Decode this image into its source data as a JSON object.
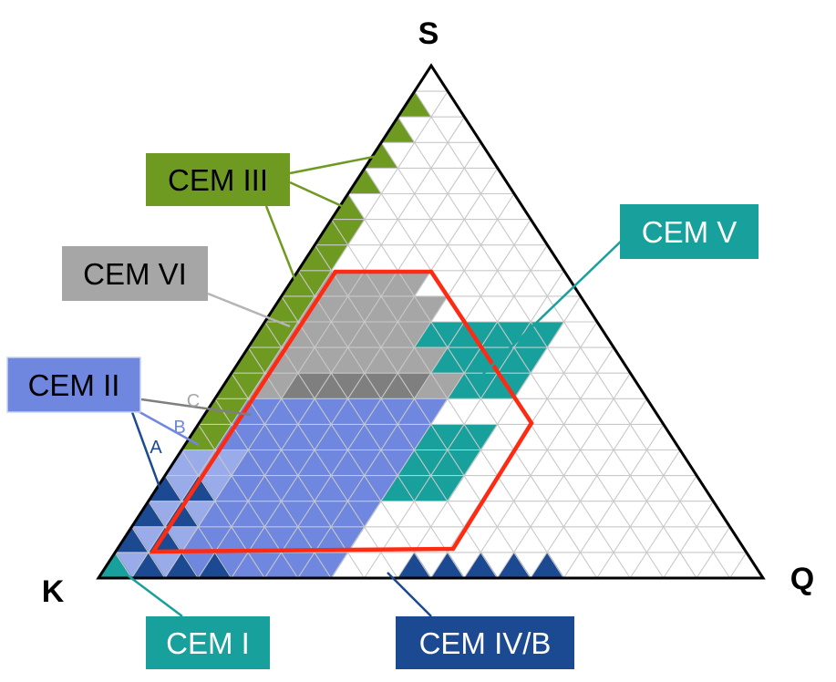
{
  "vertices": {
    "top": "S",
    "left": "K",
    "right": "Q"
  },
  "labels": {
    "cem1": "CEM I",
    "cem2": "CEM II",
    "cem3": "CEM III",
    "cem4b": "CEM IV/B",
    "cem5": "CEM V",
    "cem6": "CEM VI"
  },
  "sub_labels": {
    "a": "A",
    "b": "B",
    "c": "C"
  },
  "colors": {
    "cem1": "#18a09c",
    "cem2_light": "#9aabea",
    "cem2_mid": "#6f87df",
    "cem2_dark": "#1c4a92",
    "cem3": "#6f9a22",
    "cem4b": "#1c4a92",
    "cem5": "#18a09c",
    "cem6": "#a6a6a6",
    "cem6_dark": "#7f7f7f",
    "boundary": "#ff2a12",
    "grid": "#c8c8c8"
  },
  "grid_divisions": 20,
  "icons": [
    "ternary-diagram"
  ]
}
